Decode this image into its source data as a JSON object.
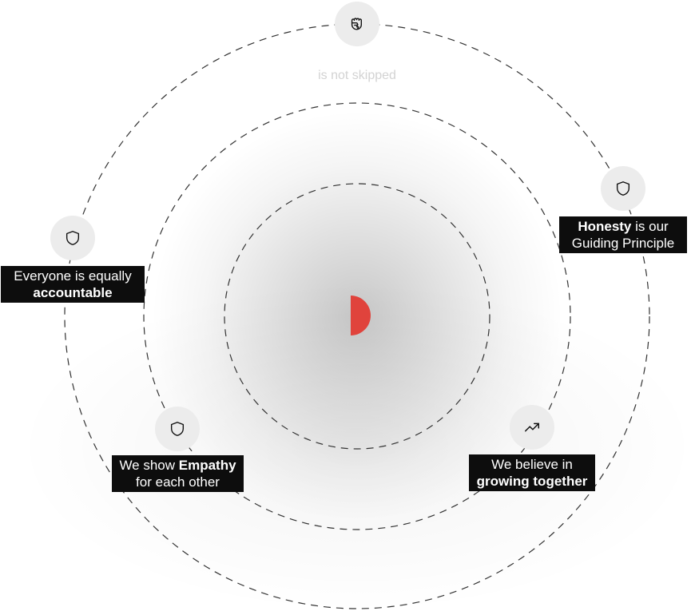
{
  "top": {
    "icon": "fist-icon",
    "caption": "is not skipped"
  },
  "values": {
    "honesty": {
      "icon": "shield-icon",
      "bold": "Honesty",
      "rest1": " is our",
      "line2": "Guiding Principle"
    },
    "accountable": {
      "icon": "shield-icon",
      "line1": "Everyone is equally",
      "bold": "accountable"
    },
    "empathy": {
      "icon": "shield-icon",
      "pre": "We show ",
      "bold": "Empathy",
      "line2": "for each other"
    },
    "growing": {
      "icon": "trending-up-icon",
      "line1": "We believe in",
      "bold": "growing together"
    }
  },
  "colors": {
    "accent": "#e0433c",
    "label_bg": "#0d0d0d",
    "bubble_bg": "#ececec",
    "ring_stroke": "#333333"
  }
}
